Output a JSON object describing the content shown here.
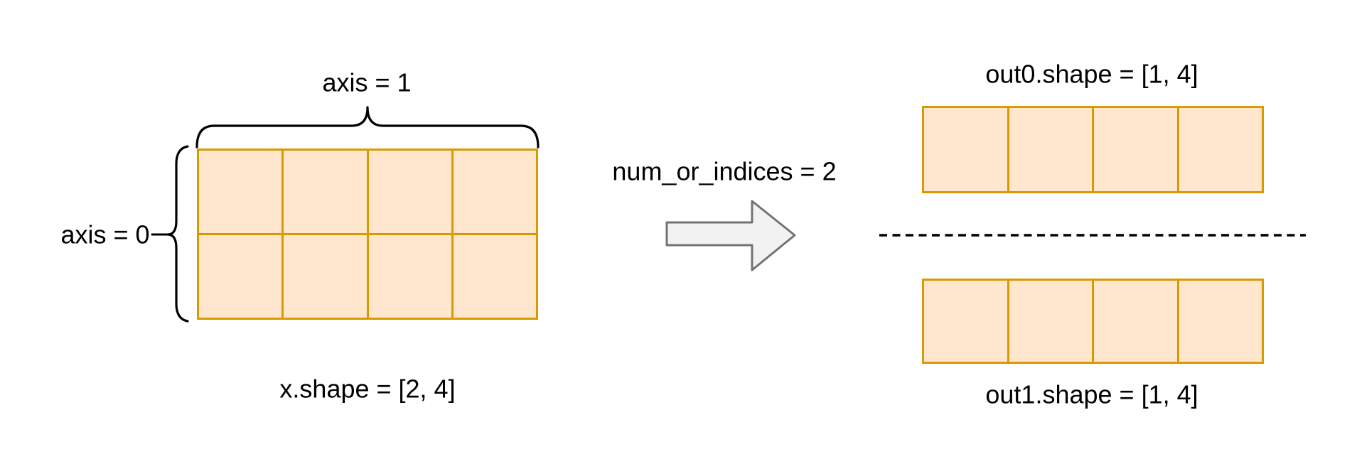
{
  "labels": {
    "axis1": "axis = 1",
    "axis0": "axis = 0",
    "input_shape": "x.shape = [2, 4]",
    "param": "num_or_indices = 2",
    "out0_shape": "out0.shape = [1, 4]",
    "out1_shape": "out1.shape = [1, 4]"
  },
  "grids": {
    "input": {
      "rows": 2,
      "cols": 4
    },
    "out0": {
      "rows": 1,
      "cols": 4
    },
    "out1": {
      "rows": 1,
      "cols": 4
    }
  },
  "colors": {
    "cell_fill": "#FFE6CC",
    "cell_border": "#D79B00",
    "arrow_fill": "#F2F2F2",
    "arrow_stroke": "#737373",
    "line_color": "#000000"
  }
}
